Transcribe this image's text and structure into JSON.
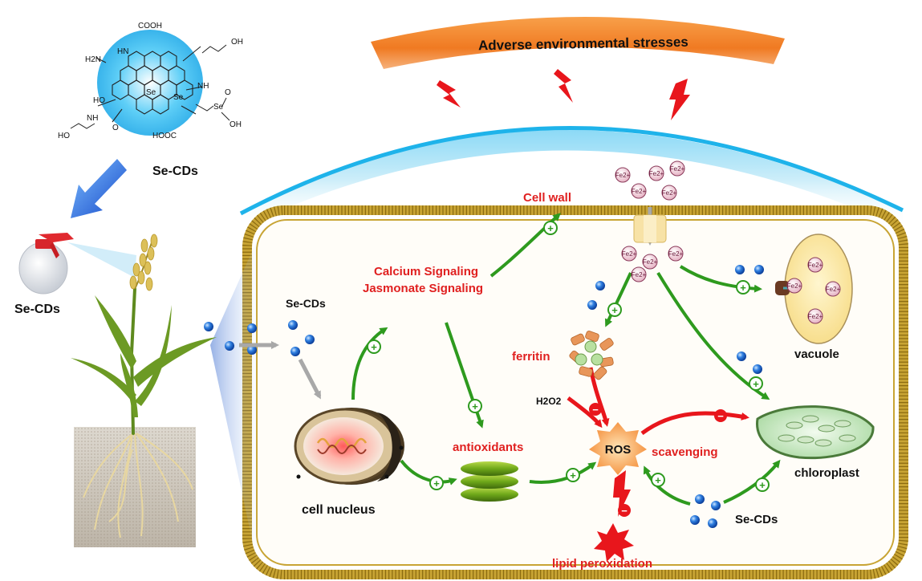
{
  "title": "Adverse environmental stresses",
  "molecule": {
    "label": "Se-CDs",
    "groups": [
      "COOH",
      "HOOC",
      "H2N",
      "HN",
      "OH",
      "NH",
      "HO",
      "Se",
      "O"
    ]
  },
  "spray_label": "Se-CDs",
  "labels": {
    "se_cds_entry": "Se-CDs",
    "cell_wall": "Cell wall",
    "calcium": "Calcium Signaling",
    "jasmonate": "Jasmonate Signaling",
    "ferritin": "ferritin",
    "h2o2": "H2O2",
    "antioxidants": "antioxidants",
    "ros": "ROS",
    "scavenging": "scavenging",
    "chloroplast": "chloroplast",
    "vacuole": "vacuole",
    "cell_nucleus": "cell nucleus",
    "se_cds_bottom": "Se-CDs",
    "lipid": "lipid peroxidation"
  },
  "ion": "Fe2+",
  "signs": {
    "plus": "+",
    "minus": "−"
  },
  "colors": {
    "red_label": "#e02020",
    "green_arrow": "#2e9a1e",
    "red_arrow": "#e8161c",
    "gray_arrow": "#a8a8a8",
    "membrane": "#c8a434",
    "cell_fill": "#fffdf8",
    "stress_orange": "#f07a22",
    "sky_blue": "#22b6ea",
    "nanodot": "#1f6fd6"
  }
}
